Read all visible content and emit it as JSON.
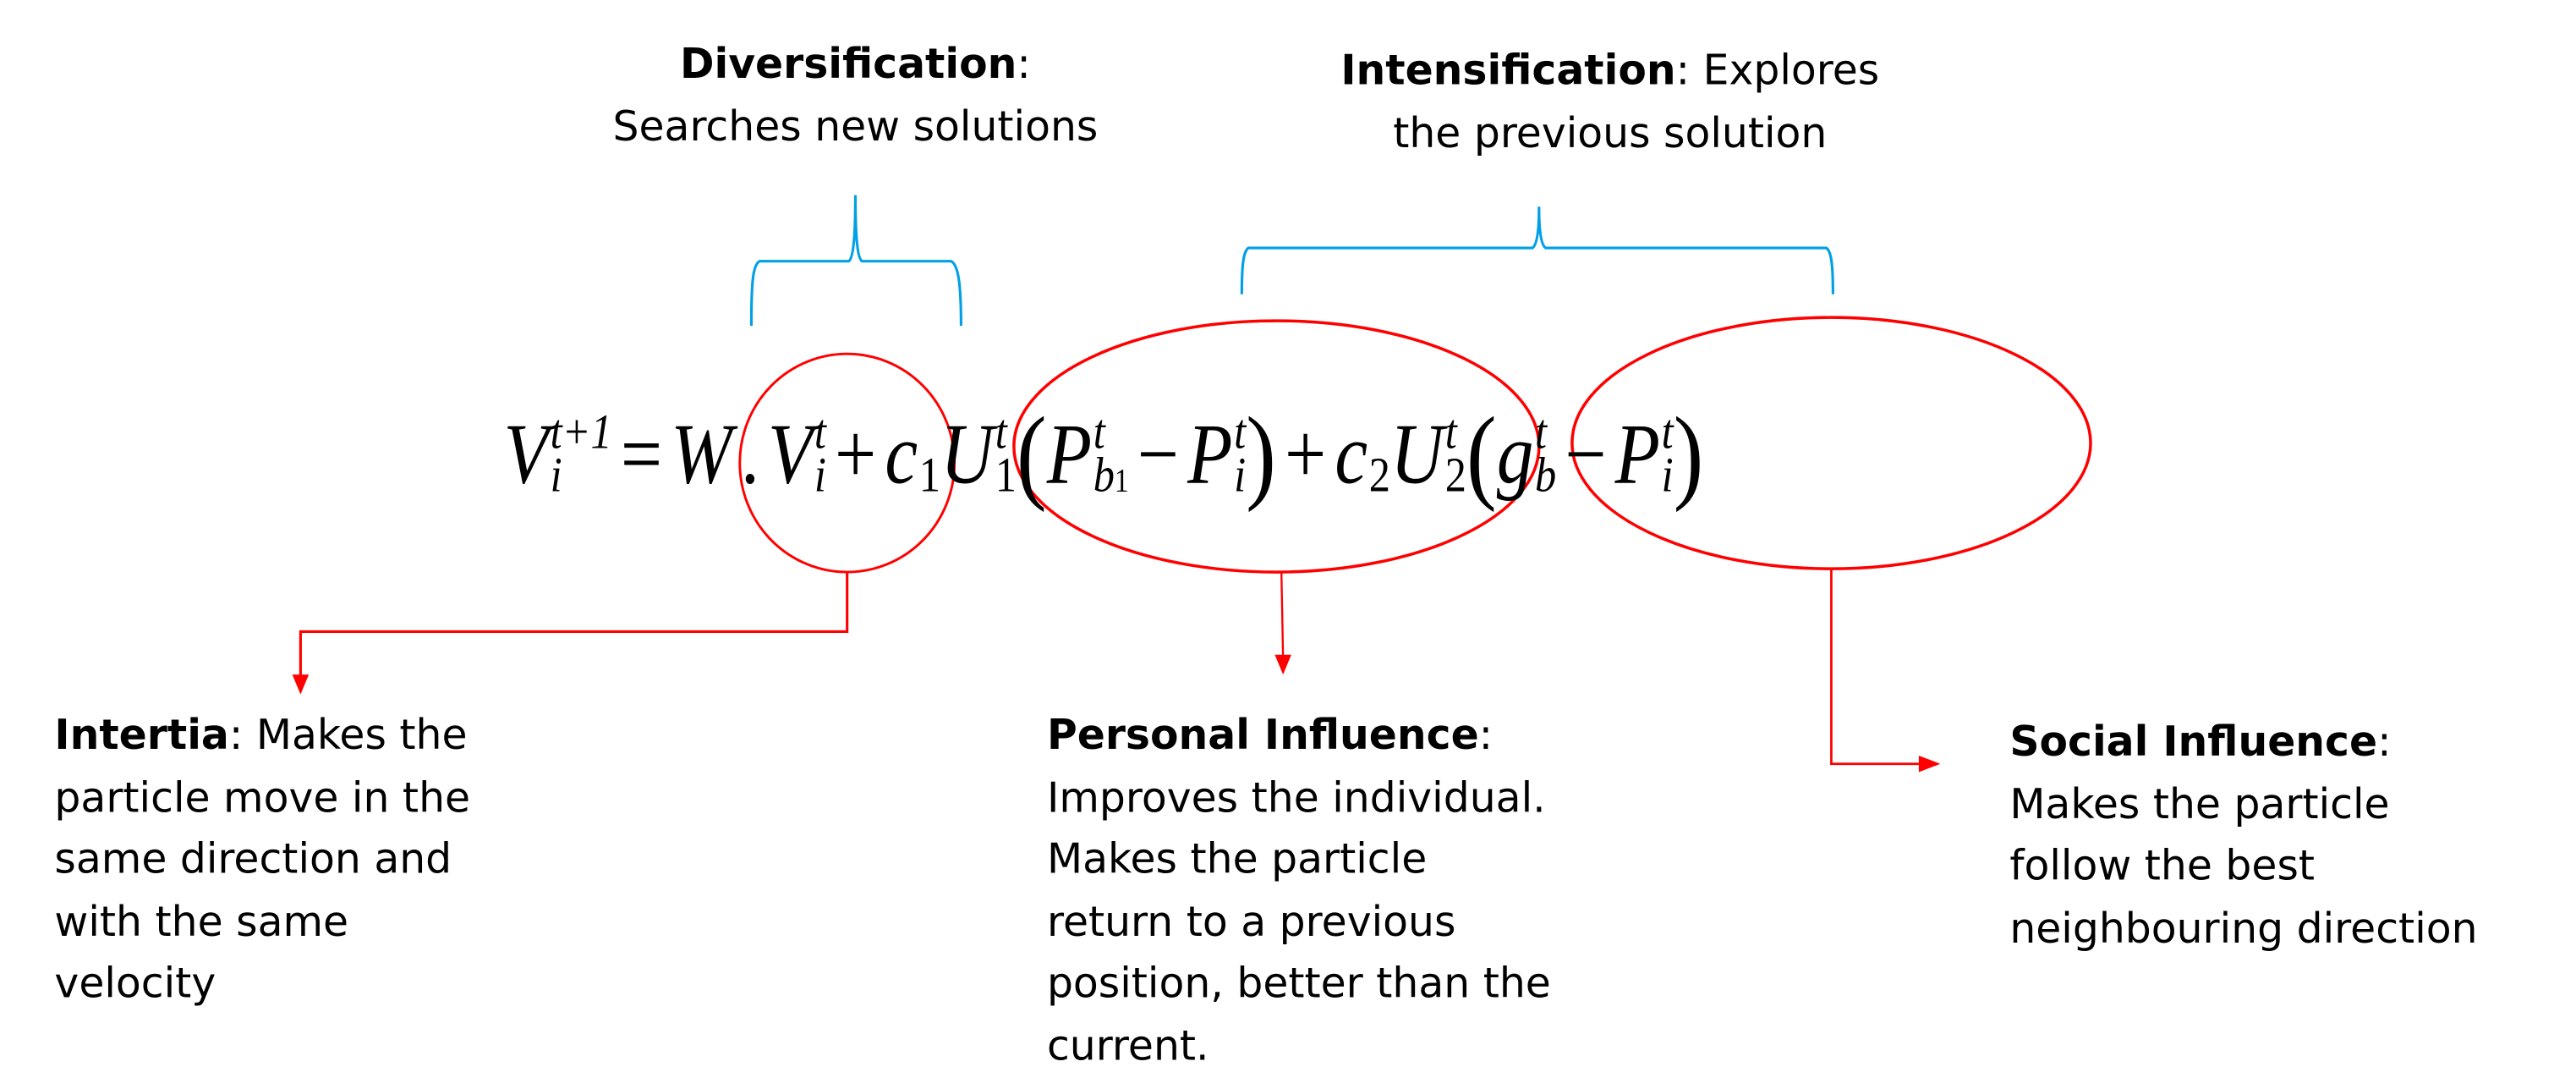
{
  "colors": {
    "brace": "#00a0e6",
    "annotation": "#ff0000",
    "text": "#000000"
  },
  "top_labels": {
    "diversification": {
      "title": "Diversification",
      "colon": ":",
      "line2": "Searches new solutions"
    },
    "intensification": {
      "title": "Intensification",
      "rest": ": Explores",
      "line2": "the previous solution"
    }
  },
  "formula": {
    "tokens": [
      {
        "b": "V",
        "sup": "t+1",
        "sub": "i"
      },
      {
        "b": "=",
        "op": true
      },
      {
        "b": "W"
      },
      {
        "b": ".",
        "op": true
      },
      {
        "b": "V",
        "sup": "t",
        "sub": "i"
      },
      {
        "b": "+",
        "op": true
      },
      {
        "b": "c",
        "sub": "1"
      },
      {
        "b": "U",
        "sup": "t",
        "sub": "1"
      },
      {
        "b": "(",
        "paren": true
      },
      {
        "b": "P",
        "sup": "t",
        "sub": "b",
        "subsub": "1"
      },
      {
        "b": "−",
        "op": true
      },
      {
        "b": "P",
        "sup": "t",
        "sub": "i"
      },
      {
        "b": ")",
        "paren": true
      },
      {
        "b": "+",
        "op": true
      },
      {
        "b": "c",
        "sub": "2"
      },
      {
        "b": "U",
        "sup": "t",
        "sub": "2"
      },
      {
        "b": "(",
        "paren": true
      },
      {
        "b": "g",
        "sup": "t",
        "sub": "b"
      },
      {
        "b": "−",
        "op": true
      },
      {
        "b": "P",
        "sup": "t",
        "sub": "i"
      },
      {
        "b": ")",
        "paren": true
      }
    ]
  },
  "annotations": {
    "inertia": {
      "title": "Intertia",
      "lines": [
        ": Makes the",
        "particle move in the",
        "same direction and",
        "with the same",
        "velocity"
      ]
    },
    "personal": {
      "title": "Personal Influence",
      "lines": [
        ":",
        "Improves the individual.",
        "Makes the particle",
        "return to a previous",
        "position, better than the",
        "current."
      ]
    },
    "social": {
      "title": "Social Influence",
      "lines": [
        ":",
        "Makes the particle",
        "follow the best",
        "neighbouring direction"
      ]
    }
  }
}
